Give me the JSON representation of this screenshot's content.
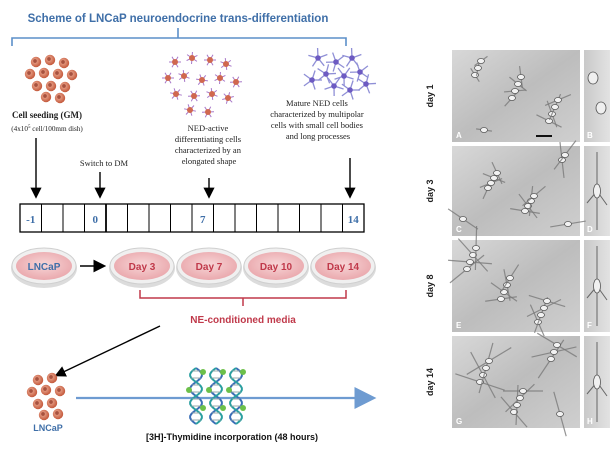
{
  "scheme": {
    "title": "Scheme of LNCaP neuroendocrine trans-differentiation",
    "cell_seeding_label": "Cell seeding (GM)",
    "cell_seeding_density_prefix": "(4x10",
    "cell_seeding_density_exp": "5",
    "cell_seeding_density_suffix": " cell/100mm dish)",
    "switch_label": "Switch to DM",
    "ned_active_lines": [
      "NED-active",
      "differentiating cells",
      "characterized by an",
      "elongated shape"
    ],
    "mature_lines": [
      "Mature NED cells",
      "characterized by multipolar",
      "cells with small cell bodies",
      "and long processes"
    ]
  },
  "timeline": {
    "labels": [
      "-1",
      "0",
      "7",
      "14"
    ]
  },
  "dishes": {
    "items": [
      "LNCaP",
      "Day 3",
      "Day 7",
      "Day 10",
      "Day 14"
    ]
  },
  "media_label": "NE-conditioned media",
  "bottom": {
    "lncap_label": "LNCaP",
    "thymidine_label": "[3H]-Thymidine incorporation (48 hours)"
  },
  "micrographs": {
    "row_labels": [
      "day 1",
      "day 3",
      "day 8",
      "day 14"
    ],
    "left_letters": [
      "A",
      "C",
      "E",
      "G"
    ],
    "right_letters": [
      "B",
      "D",
      "F",
      "H"
    ]
  },
  "colors": {
    "blue_text": "#3f6fa8",
    "bracket_blue": "#5b8fc9",
    "red_text": "#c0394a",
    "dish_fill": "#f4c9cc",
    "dish_rim": "#e5e5e5",
    "cell_fill": "#d9836b",
    "arrow_blue": "#6e9bd1"
  }
}
